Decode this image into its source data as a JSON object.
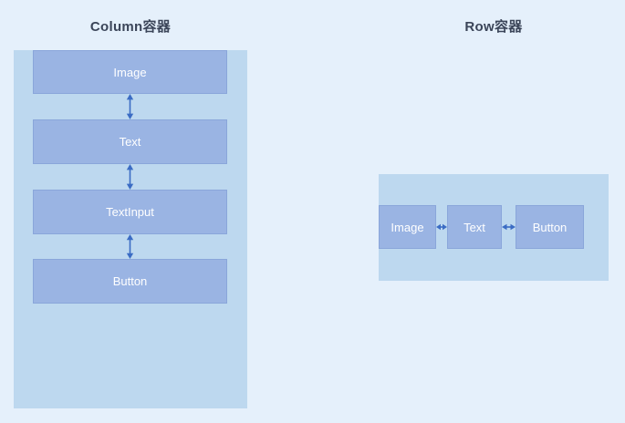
{
  "page": {
    "background_color": "#e5f0fb"
  },
  "colors": {
    "page_background": "#e5f0fb",
    "container_fill": "#bdd8ef",
    "node_fill": "#9ab4e3",
    "node_border": "#8aa6da",
    "node_text": "#ffffff",
    "title_text": "#3b4559",
    "arrow": "#3b6cc4"
  },
  "column_panel": {
    "title": "Column容器",
    "nodes": [
      {
        "label": "Image"
      },
      {
        "label": "Text"
      },
      {
        "label": "TextInput"
      },
      {
        "label": "Button"
      }
    ],
    "arrows": [
      {
        "name": "vertical-double-arrow"
      },
      {
        "name": "vertical-double-arrow"
      },
      {
        "name": "vertical-double-arrow"
      }
    ]
  },
  "row_panel": {
    "title": "Row容器",
    "nodes": [
      {
        "label": "Image"
      },
      {
        "label": "Text"
      },
      {
        "label": "Button"
      }
    ],
    "arrows": [
      {
        "name": "horizontal-double-arrow"
      },
      {
        "name": "horizontal-double-arrow"
      }
    ]
  }
}
